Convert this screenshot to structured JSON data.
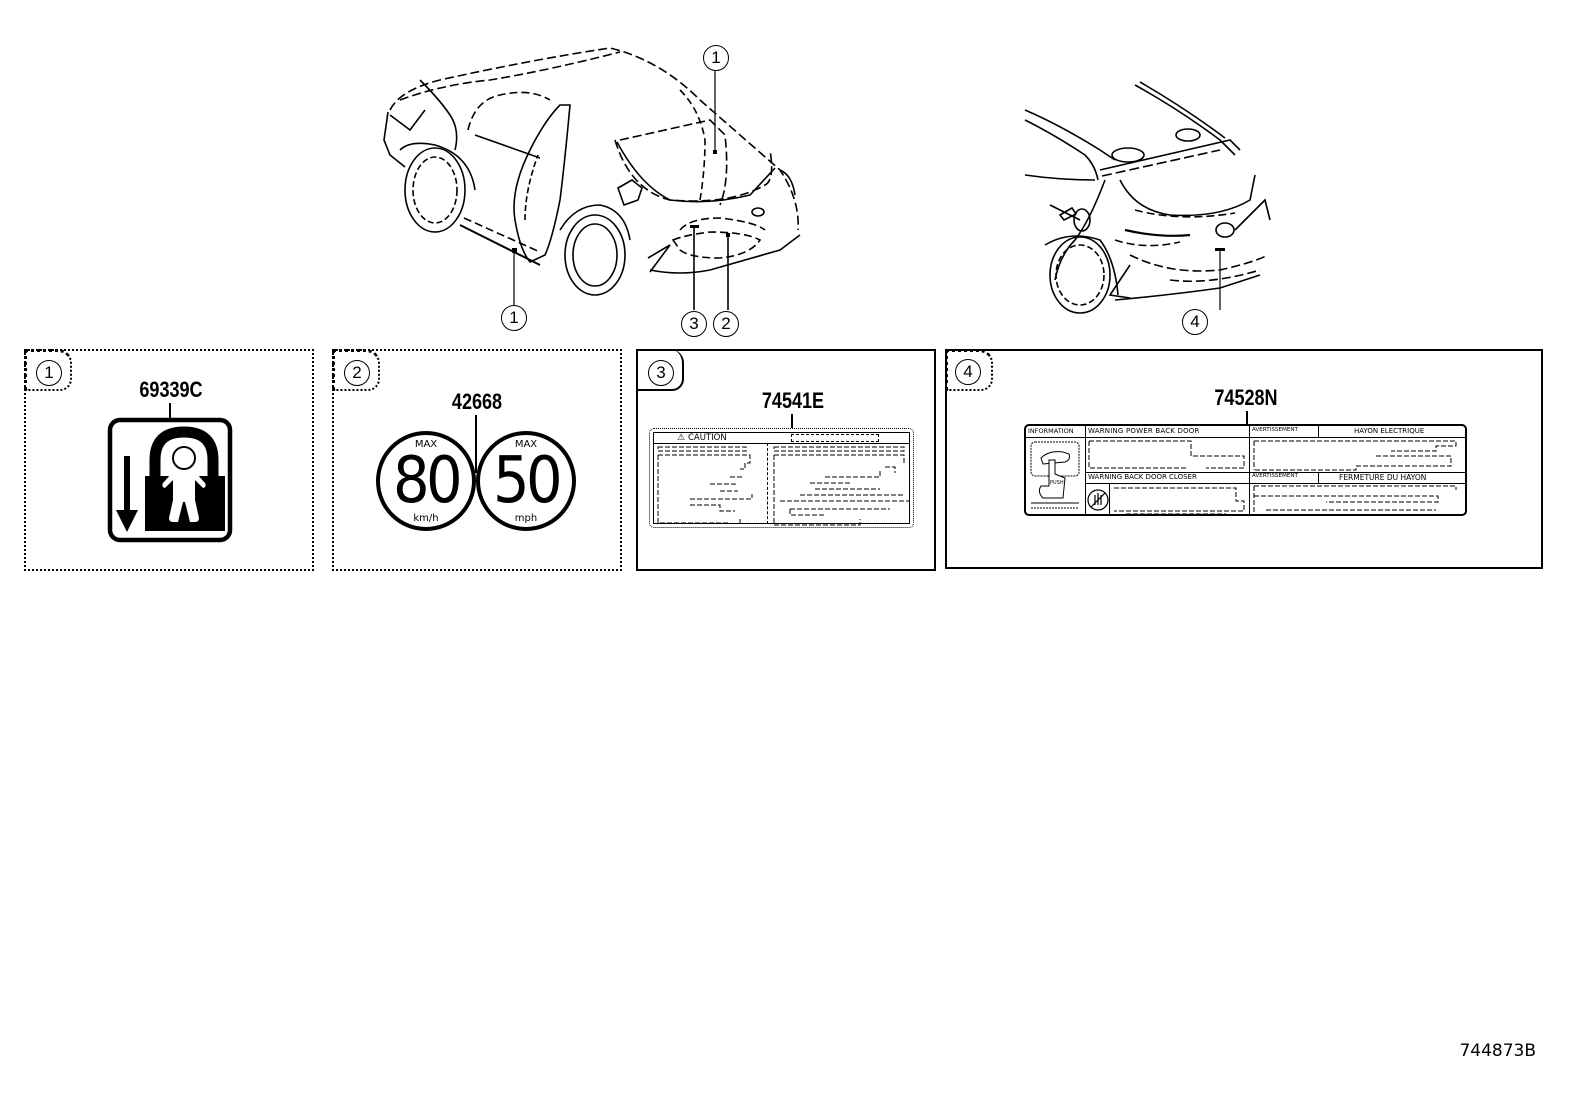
{
  "diagram": {
    "figure_code": "744873B",
    "overview_callouts": {
      "left_car": [
        {
          "num": "1",
          "position": "rear-window"
        },
        {
          "num": "1",
          "position": "door-pillar"
        },
        {
          "num": "3",
          "position": "back-door-lower-left"
        },
        {
          "num": "2",
          "position": "back-door-lower-right"
        }
      ],
      "right_car": [
        {
          "num": "4",
          "position": "back-door-emblem-area"
        }
      ]
    },
    "panels": [
      {
        "num": "1",
        "part_number": "69339C",
        "description_icon": "child-lock-icon"
      },
      {
        "num": "2",
        "part_number": "42668",
        "signs": [
          {
            "top": "MAX",
            "value": "80",
            "unit": "km/h"
          },
          {
            "top": "MAX",
            "value": "50",
            "unit": "mph"
          }
        ]
      },
      {
        "num": "3",
        "part_number": "74541E",
        "label_header": "CAUTION",
        "warning_icon": "warning-triangle-icon"
      },
      {
        "num": "4",
        "part_number": "74528N",
        "label_cells": {
          "info": "INFORMATION",
          "warning1": "WARNING POWER BACK DOOR",
          "avert1": "AVERTISSEMENT",
          "fr1": "HAYON ELECTRIQUE",
          "warning2": "WARNING BACK DOOR CLOSER",
          "avert2": "AVERTISSEMENT",
          "fr2": "FERMETURE DU HAYON",
          "push": "PUSH"
        }
      }
    ]
  }
}
